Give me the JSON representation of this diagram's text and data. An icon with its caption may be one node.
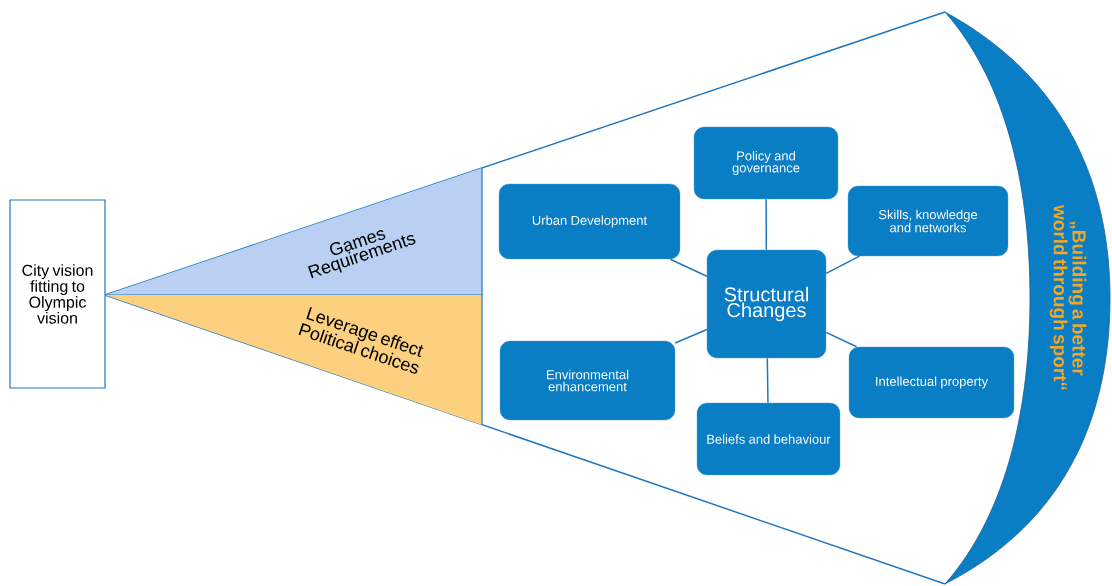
{
  "diagram": {
    "nodes": [
      {
        "text": [
          "City vision fitting to Olympic vision"
        ]
      },
      {
        "text": [
          "Games Requirements"
        ]
      },
      {
        "text": [
          "Leverage effect Political choices"
        ]
      },
      {
        "text": [
          "Policy and governance"
        ]
      },
      {
        "text": [
          "Urban Development"
        ]
      },
      {
        "text": [
          "Skills, knowledge and networks"
        ]
      },
      {
        "text": [
          "Structural Changes"
        ]
      },
      {
        "text": [
          "Environmental enhancement"
        ]
      },
      {
        "text": [
          "Intellectual property"
        ]
      },
      {
        "text": [
          "Beliefs and behaviour"
        ]
      },
      {
        "text": [
          "„Building a better world through sport“"
        ]
      }
    ],
    "edges": [
      {
        "from": 6,
        "to": 3,
        "arrow": "none"
      },
      {
        "from": 6,
        "to": 4,
        "arrow": "none"
      },
      {
        "from": 6,
        "to": 5,
        "arrow": "none"
      },
      {
        "from": 6,
        "to": 7,
        "arrow": "none"
      },
      {
        "from": 6,
        "to": 8,
        "arrow": "none"
      },
      {
        "from": 6,
        "to": 9,
        "arrow": "none"
      }
    ]
  }
}
